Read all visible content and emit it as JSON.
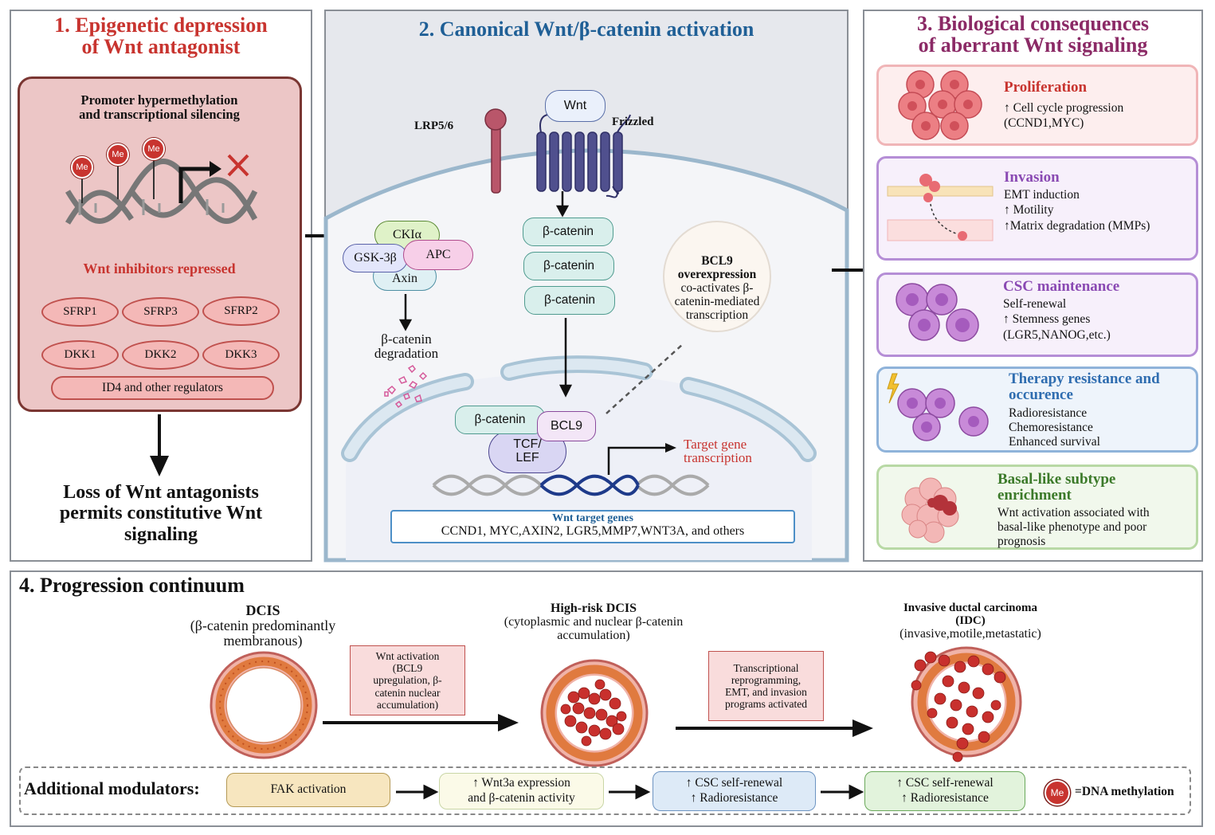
{
  "panel1": {
    "title_line1": "1.  Epigenetic depression",
    "title_line2": "of Wnt antagonist",
    "box_heading_line1": "Promoter hypermethylation",
    "box_heading_line2": "and transcriptional silencing",
    "me_label": "Me",
    "inhibitors_title": "Wnt inhibitors repressed",
    "genes": [
      "SFRP1",
      "SFRP3",
      "SFRP2",
      "DKK1",
      "DKK2",
      "DKK3"
    ],
    "regulators": "ID4 and other regulators",
    "conclusion_line1": "Loss of Wnt antagonists",
    "conclusion_line2": "permits constitutive Wnt",
    "conclusion_line3": "signaling"
  },
  "panel2": {
    "title": "2. Canonical Wnt/β-catenin activation",
    "lrp": "LRP5/6",
    "wnt": "Wnt",
    "frizzled": "Frizzled",
    "cki": "CKIα",
    "gsk": "GSK-3β",
    "apc": "APC",
    "axin": "Axin",
    "degradation_line1": "β-catenin",
    "degradation_line2": "degradation",
    "bcat": "β-catenin",
    "bcl9_bubble_bold1": "BCL9",
    "bcl9_bubble_bold2": "overexpression",
    "bcl9_bubble_text1": "co-activates β-",
    "bcl9_bubble_text2": "catenin-mediated",
    "bcl9_bubble_text3": "transcription",
    "complex_bcat": "β-catenin",
    "complex_bcl9": "BCL9",
    "tcf_line1": "TCF/",
    "tcf_line2": "LEF",
    "target_line1": "Target gene",
    "target_line2": "transcription",
    "targets_title": "Wnt target genes",
    "targets_list": "CCND1, MYC,AXIN2, LGR5,MMP7,WNT3A, and others"
  },
  "panel3": {
    "title_line1": "3. Biological consequences",
    "title_line2": "of aberrant Wnt signaling",
    "items": [
      {
        "title": "Proliferation",
        "text": "↑ Cell cycle  progression\n(CCND1,MYC)"
      },
      {
        "title": "Invasion",
        "text": "EMT induction\n↑  Motility\n↑Matrix degradation  (MMPs)"
      },
      {
        "title": "CSC maintenance",
        "text": "Self-renewal\n↑  Stemness genes\n   (LGR5,NANOG,etc.)"
      },
      {
        "title": "Therapy resistance and\noccurence",
        "text": "Radioresistance\nChemoresistance\nEnhanced survival"
      },
      {
        "title": "Basal-like subtype\nenrichment",
        "text": "Wnt activation associated with\nbasal-like phenotype and poor\nprognosis"
      }
    ]
  },
  "panel4": {
    "title": "4. Progression continuum",
    "stage1_title": "DCIS",
    "stage1_sub_line1": "(β-catenin predominantly",
    "stage1_sub_line2": "membranous)",
    "stage2_title": "High-risk DCIS",
    "stage2_sub_line1": "(cytoplasmic and nuclear β-catenin",
    "stage2_sub_line2": "accumulation)",
    "stage3_title_line1": "Invasive ductal carcinoma",
    "stage3_title_line2": "(IDC)",
    "stage3_sub": "(invasive,motile,metastatic)",
    "step1": "Wnt activation\n(BCL9\nupregulation, β-\ncatenin nuclear\naccumulation)",
    "step2": "Transcriptional\nreprogramming,\nEMT, and invasion\nprograms activated",
    "modulators_label": "Additional modulators:",
    "mod1": "FAK activation",
    "mod2_line1": "↑ Wnt3a  expression",
    "mod2_line2": "and β-catenin activity",
    "mod3_line1": "↑ CSC self-renewal",
    "mod3_line2": "↑ Radioresistance",
    "mod4_line1": "↑ CSC self-renewal",
    "mod4_line2": "↑ Radioresistance",
    "legend_me": "Me",
    "legend_text": "=DNA methylation"
  },
  "colors": {
    "title_red": "#c8342f",
    "title_blue": "#1f5f96",
    "title_purple": "#8b2a66",
    "panel_border": "#8a8f96"
  }
}
